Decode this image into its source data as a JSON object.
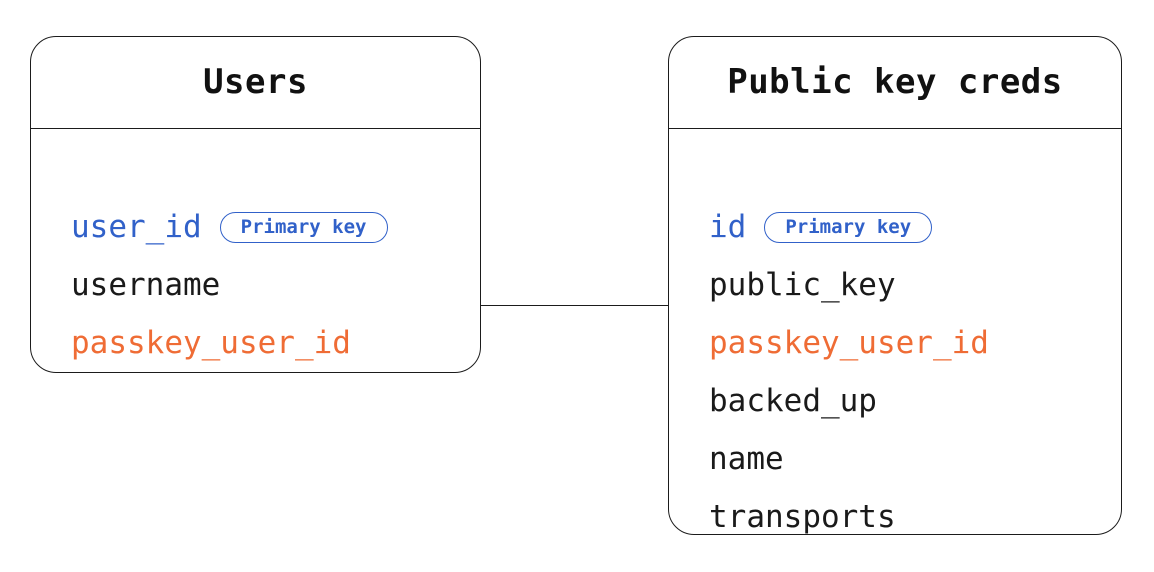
{
  "diagram": {
    "type": "entity-relationship-diagram",
    "background_color": "#ffffff",
    "colors": {
      "stroke": "#1b1b1b",
      "text": "#1a1a1a",
      "primary_key": "#3161c9",
      "foreign_key": "#ef6c35"
    },
    "entities": [
      {
        "id": "users",
        "title": "Users",
        "fields": [
          {
            "name": "user_id",
            "role": "primary_key",
            "badge": "Primary key"
          },
          {
            "name": "username",
            "role": "normal",
            "badge": null
          },
          {
            "name": "passkey_user_id",
            "role": "foreign_key",
            "badge": null
          }
        ]
      },
      {
        "id": "public_key_creds",
        "title": "Public key creds",
        "fields": [
          {
            "name": "id",
            "role": "primary_key",
            "badge": "Primary key"
          },
          {
            "name": "public_key",
            "role": "normal",
            "badge": null
          },
          {
            "name": "passkey_user_id",
            "role": "foreign_key",
            "badge": null
          },
          {
            "name": "backed_up",
            "role": "normal",
            "badge": null
          },
          {
            "name": "name",
            "role": "normal",
            "badge": null
          },
          {
            "name": "transports",
            "role": "normal",
            "badge": null
          }
        ]
      }
    ],
    "relationship": {
      "from_entity": "users",
      "from_field": "passkey_user_id",
      "to_entity": "public_key_creds",
      "to_field": "passkey_user_id",
      "style": "straight-line"
    }
  }
}
